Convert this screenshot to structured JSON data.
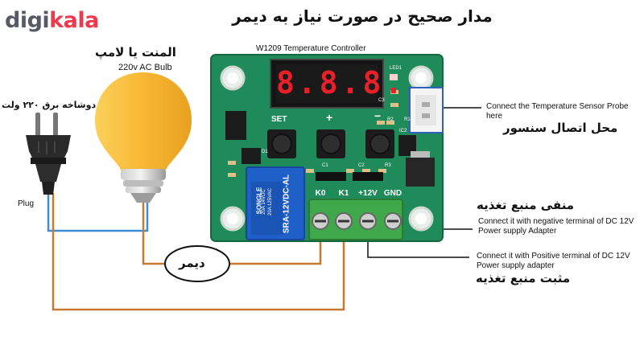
{
  "brand": {
    "part1": "digi",
    "part2": "kala"
  },
  "title": "مدار صحیح در صورت نیاز به دیمر",
  "bulb": {
    "title_fa": "المنت یا لامپ",
    "caption": "220v AC Bulb"
  },
  "plug": {
    "title_fa": "دوشاخه برق ۲۲۰ ولت",
    "label": "Plug"
  },
  "dimmer": {
    "label_fa": "دیمر"
  },
  "board": {
    "title": "W1209 Temperature Controller",
    "display_digits": "8.8.8.",
    "led_label": "LED1",
    "buttons": {
      "set": "SET",
      "plus": "+",
      "minus": "−"
    },
    "relay_text": "SRA-12VDC-AL",
    "relay_brand": "SONGLE",
    "relay_ratings": [
      "20A 14VDC",
      "20A 125VAC"
    ],
    "terminals": [
      "K0",
      "K1",
      "+12V",
      "GND"
    ],
    "silkscreen": [
      "R2",
      "C1",
      "C2",
      "R3",
      "IC2",
      "D1",
      "C3",
      "R1"
    ]
  },
  "annotations": {
    "probe_en_1": "Connect the Temperature Sensor Probe",
    "probe_en_2": "here",
    "probe_fa": "محل اتصال سنسور",
    "negative_fa": "منفی منبع تغذیه",
    "negative_en_1": "Connect it with negative terminal of DC 12V",
    "negative_en_2": "Power supply Adapter",
    "positive_en_1": "Connect it with Positive terminal of DC 12V",
    "positive_en_2": "Power supply adapter",
    "positive_fa": "مثبت منبع تغذیه"
  },
  "colors": {
    "pcb": "#1f8a5a",
    "wire_brown": "#c8782f",
    "wire_blue": "#3a8fd8",
    "bulb": "#f7b733",
    "relay": "#1f5fc8",
    "terminal": "#3fa84a",
    "display_digits": "#e8202a",
    "brand_red": "#ef394e",
    "brand_gray": "#555a66"
  }
}
